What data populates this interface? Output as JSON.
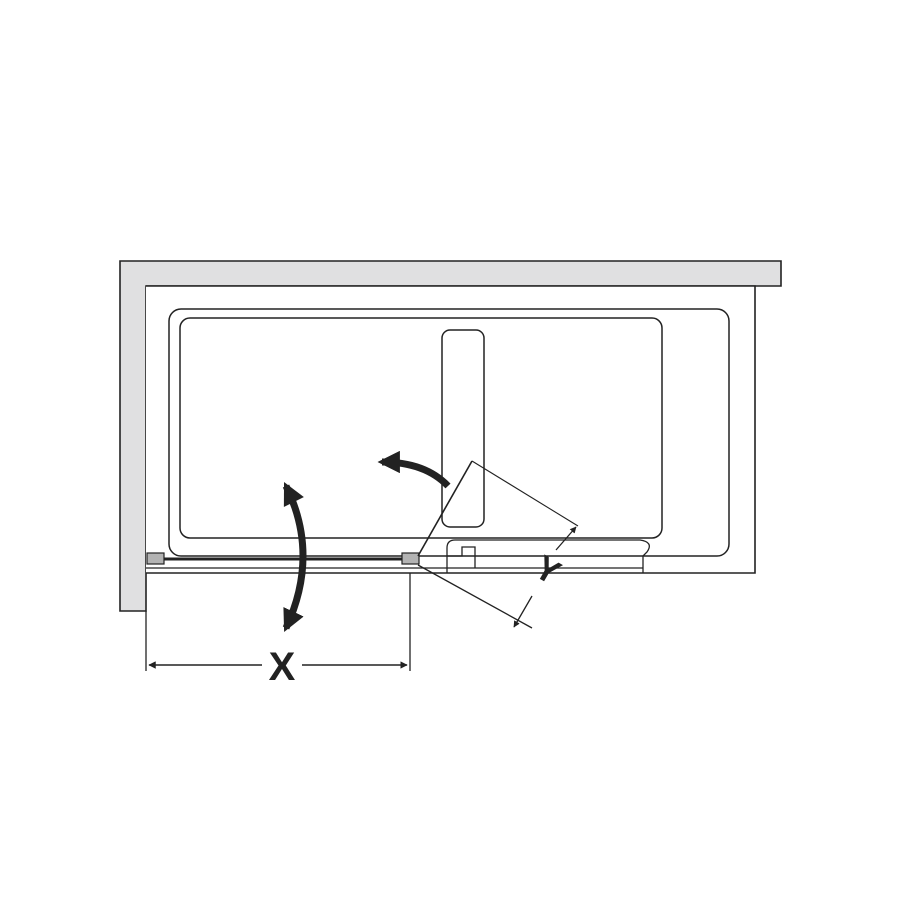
{
  "diagram": {
    "dimensions": {
      "x_label": "X",
      "y_label": "Y"
    },
    "colors": {
      "line": "#222222",
      "wall_fill": "#e0e0e1",
      "hinge_fill": "#b3b3b3",
      "background": "#ffffff"
    },
    "icons": {
      "swing_arrow": "curved-double-arrow",
      "fold_arrow": "curved-arrow-left",
      "dimension_arrow": "double-headed-arrow"
    }
  }
}
